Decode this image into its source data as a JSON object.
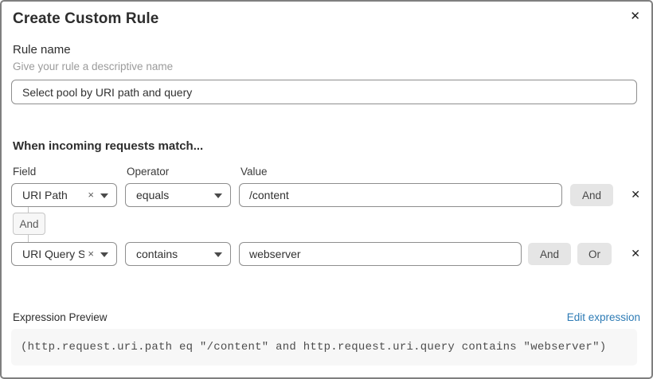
{
  "modal": {
    "title": "Create Custom Rule",
    "close_icon": "✕"
  },
  "rule_name": {
    "label": "Rule name",
    "helper": "Give your rule a descriptive name",
    "value": "Select pool by URI path and query"
  },
  "matcher": {
    "heading": "When incoming requests match...",
    "columns": {
      "field": "Field",
      "operator": "Operator",
      "value": "Value"
    },
    "rows": [
      {
        "field": "URI Path",
        "operator": "equals",
        "value": "/content",
        "and_label": "And"
      },
      {
        "field": "URI Query St...",
        "operator": "contains",
        "value": "webserver",
        "and_label": "And",
        "or_label": "Or"
      }
    ],
    "connector_label": "And",
    "icons": {
      "clear": "×",
      "delete": "✕"
    }
  },
  "expression": {
    "label": "Expression Preview",
    "edit_link": "Edit expression",
    "code": "(http.request.uri.path eq \"/content\" and http.request.uri.query contains \"webserver\")"
  },
  "colors": {
    "link_blue": "#2d7bb5",
    "button_gray": "#e5e5e5",
    "code_background": "#f7f7f7",
    "input_border": "#8e8e8e"
  }
}
